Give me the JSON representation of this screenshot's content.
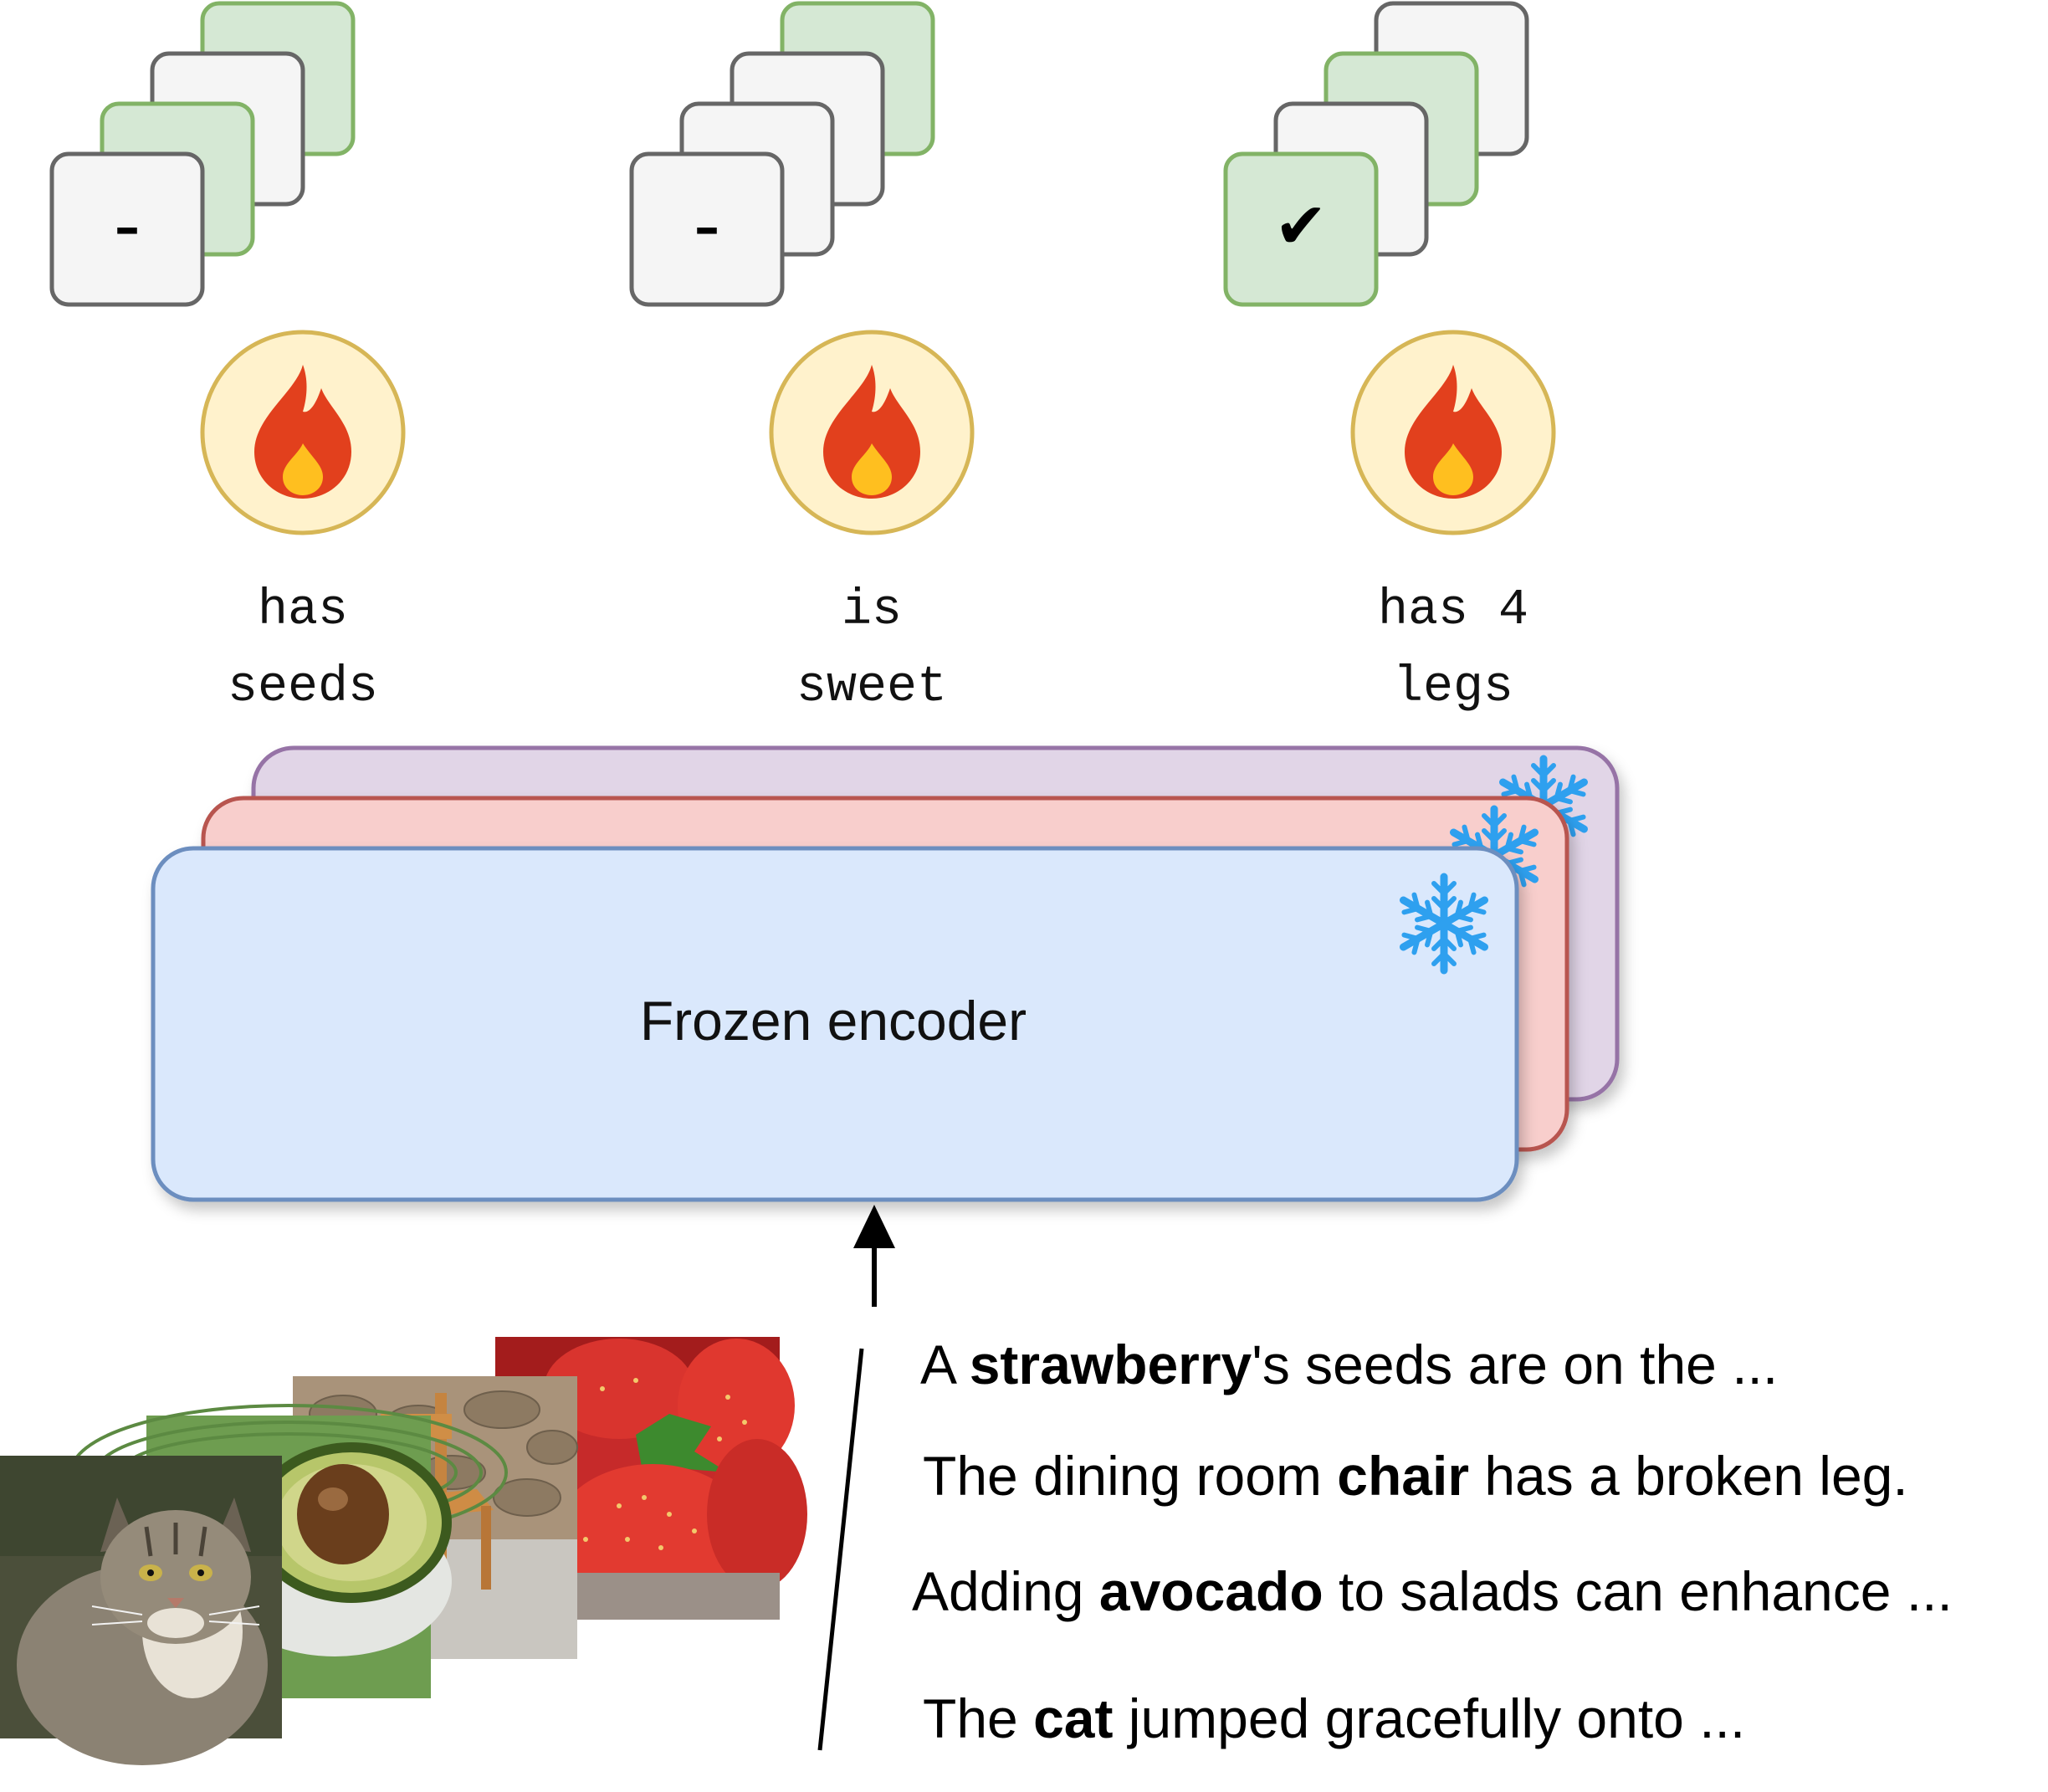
{
  "probes": [
    {
      "label_line1": "has",
      "label_line2": "seeds",
      "cards": [
        "–",
        "✔",
        "–",
        "✔"
      ]
    },
    {
      "label_line1": "is",
      "label_line2": "sweet",
      "cards": [
        "–",
        "–",
        "–",
        "✔"
      ]
    },
    {
      "label_line1": "has 4",
      "label_line2": "legs",
      "cards": [
        "✔",
        "–",
        "✔",
        "–"
      ]
    }
  ],
  "encoder": {
    "label": "Frozen encoder"
  },
  "sentences": [
    {
      "pre": "A ",
      "bold": "strawberry",
      "post": "'s seeds are on the ..."
    },
    {
      "pre": "The dining room ",
      "bold": "chair",
      "post": " has a broken leg."
    },
    {
      "pre": "Adding ",
      "bold": "avocado",
      "post": " to salads can enhance ..."
    },
    {
      "pre": "The ",
      "bold": "cat",
      "post": " jumped gracefully onto ..."
    }
  ],
  "colors": {
    "card_positive_fill": "#d5e8d4",
    "card_positive_stroke": "#82b366",
    "card_neutral_fill": "#f5f5f5",
    "card_neutral_stroke": "#666666",
    "probe_fill": "#fff2cc",
    "probe_stroke": "#d6b656",
    "encoder_front_fill": "#dae8fc",
    "encoder_front_stroke": "#6c8ebf",
    "encoder_mid_fill": "#f8cecc",
    "encoder_mid_stroke": "#b85450",
    "encoder_back_fill": "#e1d5e7",
    "encoder_back_stroke": "#9673a6"
  },
  "icons": {
    "probe": "fire-icon",
    "frozen": "snowflake-icon"
  }
}
